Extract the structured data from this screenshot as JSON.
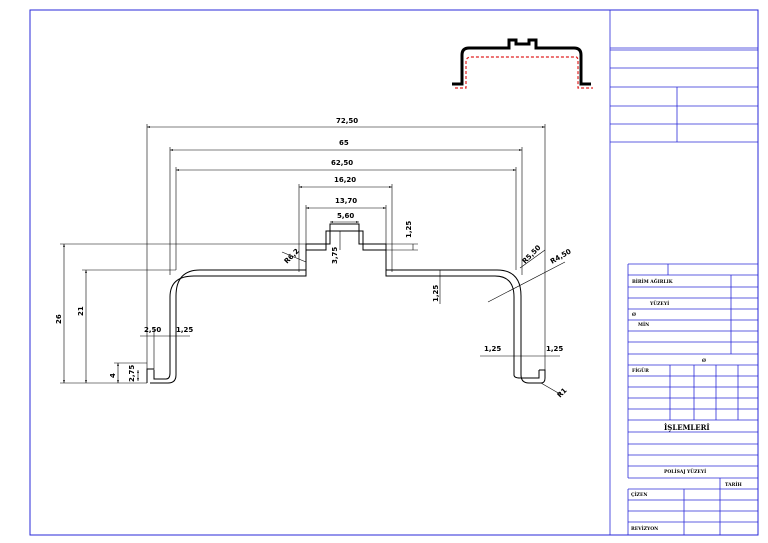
{
  "dimensions": {
    "overall_width": "72,50",
    "outer_width": "65",
    "inner_width": "62,50",
    "top_channel_outer": "16,20",
    "top_channel_inner": "13,70",
    "slot_width": "5,60",
    "rib_thickness": "1,25",
    "slot_depth": "3,75",
    "left_radius": "R6,2",
    "right_radius_a": "R5,50",
    "right_radius_b": "R4,50",
    "web_thickness": "1,25",
    "total_height": "26",
    "body_height": "21",
    "lip_height": "4",
    "lip_inner": "2,75",
    "left_flange_gap": "2,50",
    "left_wall": "1,25",
    "right_wall_a": "1,25",
    "right_wall_b": "1,25",
    "corner_radius": "R1"
  },
  "title_block": {
    "unit_weight": "BİRİM AĞIRLIK",
    "surface": "YÜZEYİ",
    "diameter_symbol_1": "Ø",
    "min": "MİN",
    "diameter_symbol_2": "Ø",
    "figure": "FİGÜR",
    "operations": "İŞLEMLERİ",
    "polish_surface": "POLİSAJ YÜZEYİ",
    "date": "TARİH",
    "drawn_by": "ÇİZEN",
    "revision": "REVİZYON"
  },
  "colors": {
    "frame": "#2a2ad8",
    "profile": "#000000",
    "polish_highlight": "#e02020"
  }
}
